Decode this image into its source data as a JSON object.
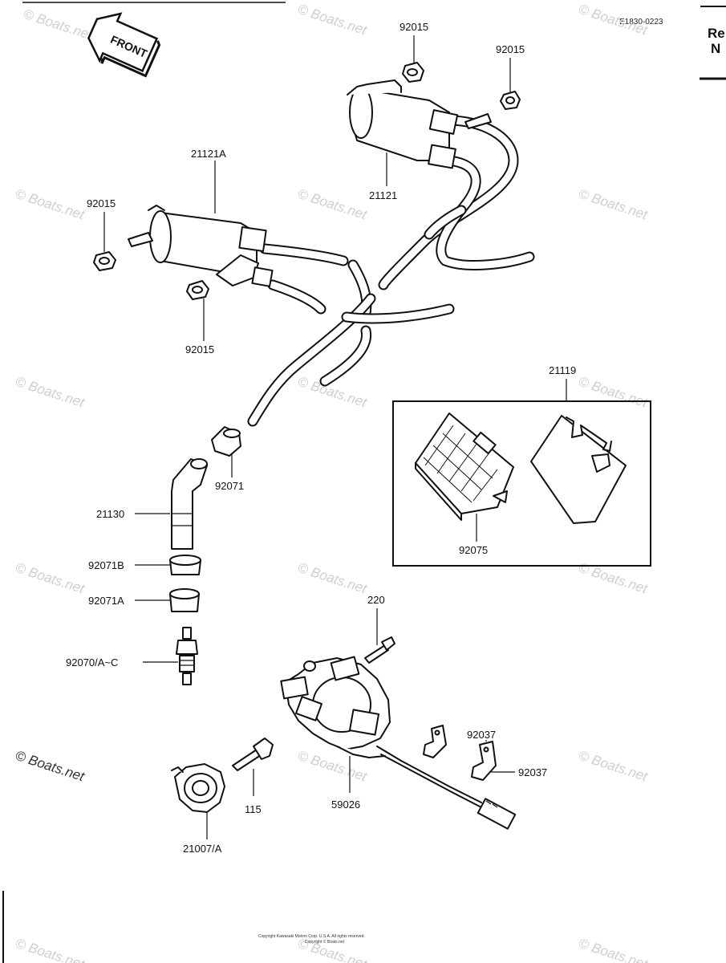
{
  "diagram": {
    "code": "E1830-0223",
    "front_label": "FRONT",
    "ref_text_line1": "Re",
    "ref_text_line2": "N",
    "watermark": "© Boats.net",
    "copyright_line1": "Copyright Kawasaki Motors Corp. U.S.A. All rights reserved.",
    "copyright_line2": "Copyright © Boats.net"
  },
  "callouts": [
    {
      "id": "c-92015-a",
      "text": "92015"
    },
    {
      "id": "c-92015-b",
      "text": "92015"
    },
    {
      "id": "c-21121",
      "text": "21121"
    },
    {
      "id": "c-21121a",
      "text": "21121A"
    },
    {
      "id": "c-92015-c",
      "text": "92015"
    },
    {
      "id": "c-92015-d",
      "text": "92015"
    },
    {
      "id": "c-21119",
      "text": "21119"
    },
    {
      "id": "c-92071",
      "text": "92071"
    },
    {
      "id": "c-21130",
      "text": "21130"
    },
    {
      "id": "c-92075",
      "text": "92075"
    },
    {
      "id": "c-92071b",
      "text": "92071B"
    },
    {
      "id": "c-220",
      "text": "220"
    },
    {
      "id": "c-92071a",
      "text": "92071A"
    },
    {
      "id": "c-92070",
      "text": "92070/A~C"
    },
    {
      "id": "c-92037-a",
      "text": "92037"
    },
    {
      "id": "c-92037-b",
      "text": "92037"
    },
    {
      "id": "c-115",
      "text": "115"
    },
    {
      "id": "c-59026",
      "text": "59026"
    },
    {
      "id": "c-21007",
      "text": "21007/A"
    }
  ]
}
